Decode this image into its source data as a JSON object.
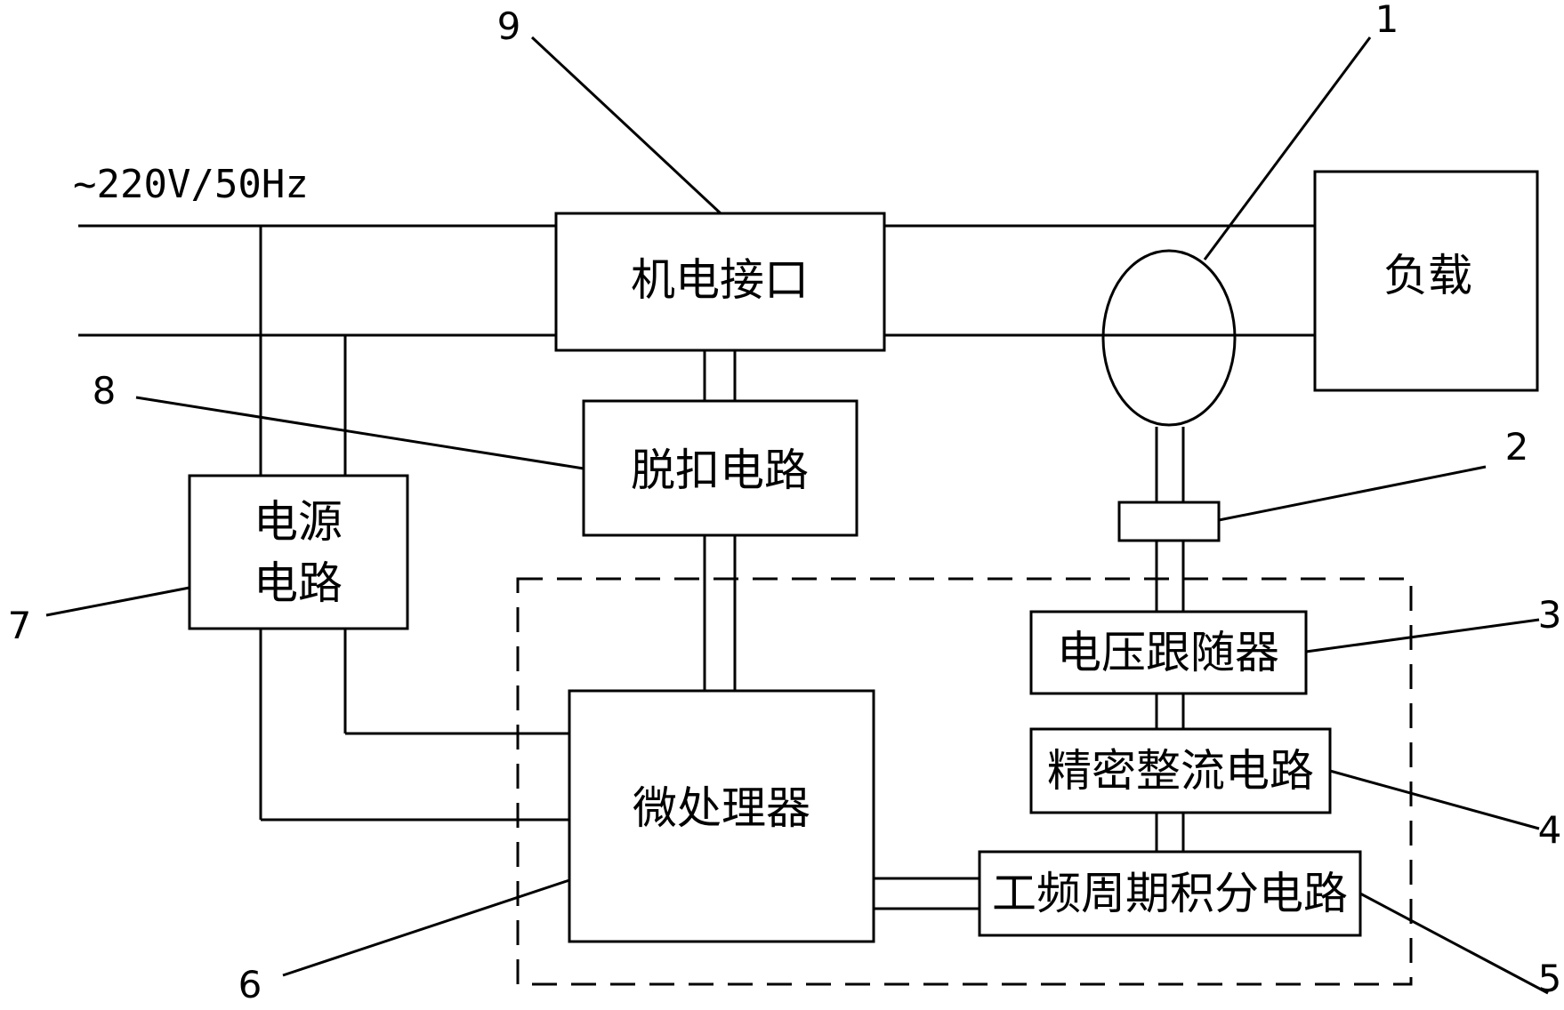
{
  "supply": {
    "label": "~220V/50Hz"
  },
  "blocks": {
    "interface": "机电接口",
    "trip": "脱扣电路",
    "power_line1": "电源",
    "power_line2": "电路",
    "load": "负载",
    "mcu": "微处理器",
    "follower": "电压跟随器",
    "rectifier": "精密整流电路",
    "integrator": "工频周期积分电路"
  },
  "callouts": {
    "n1": "1",
    "n2": "2",
    "n3": "3",
    "n4": "4",
    "n5": "5",
    "n6": "6",
    "n7": "7",
    "n8": "8",
    "n9": "9"
  }
}
